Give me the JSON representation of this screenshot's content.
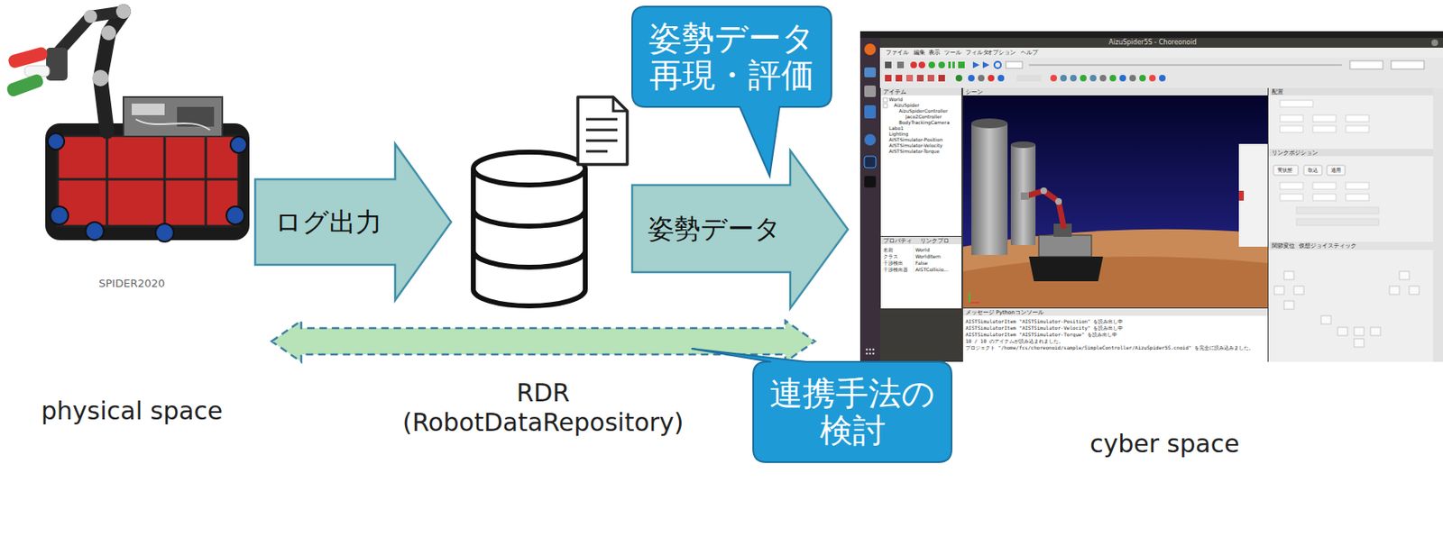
{
  "diagram": {
    "nodes": [
      {
        "text": [
          "physical space"
        ]
      },
      {
        "text": [
          "ログ出力"
        ]
      },
      {
        "text": [
          "姿勢データ"
        ]
      },
      {
        "text": [
          "cyber space"
        ]
      },
      {
        "text": [
          "姿勢データ 再現・評価"
        ]
      },
      {
        "text": [
          "連携手法の 検討"
        ]
      }
    ],
    "edges": [
      {
        "from": 0,
        "to": 3,
        "label": "RDR (RobotDataRepository)",
        "arrow": "both"
      }
    ],
    "labels": [
      "SPIDER2020",
      "AizuSpider5S - Choreonoid",
      "ファイル",
      "編集",
      "表示",
      "ツール",
      "フィルタ",
      "オプション",
      "ヘルプ",
      "アイテム",
      "World",
      "AizuSpider",
      "AizuSpiderController",
      "Jaco2Controller",
      "BodyTrackingCamera",
      "Labo1",
      "Lighting",
      "AISTSimulator-Position",
      "AISTSimulator-Velocity",
      "AISTSimulator-Torque",
      "シーン",
      "配置",
      "プロパティ",
      "リンクプロ",
      "名前",
      "World",
      "クラス",
      "WorldItem",
      "干渉検出",
      "False",
      "干渉検出器",
      "AISTCollisio...",
      "メッセージ",
      "Pythonコンソール",
      "AISTSimulatorItem \"AISTSimulator-Position\" を読み出し中",
      "AISTSimulatorItem \"AISTSimulator-Velocity\" を読み出し中",
      "AISTSimulatorItem \"AISTSimulator-Torque\" を読み出し中",
      "10 / 10 のアイテムが読み込まれました。",
      "プロジェクト \"/home/fcs/choreonoid/sample/SimpleController/AizuSpider5S.cnoid\" を完全に読み込みました。",
      "リンクポジション",
      "実状態",
      "取込",
      "適用",
      "関節変位",
      "仮想ジョイスティック"
    ]
  }
}
